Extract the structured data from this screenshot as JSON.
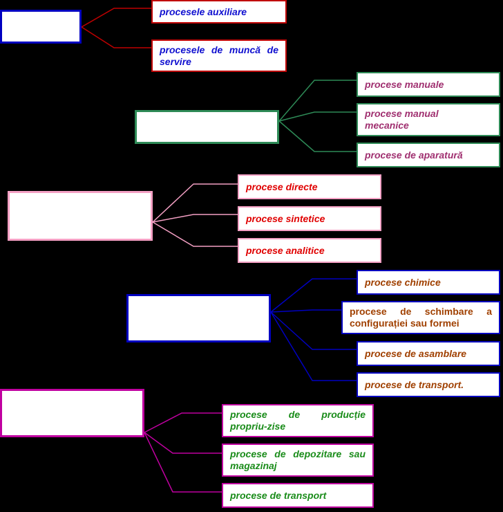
{
  "colors": {
    "background": "#000000",
    "group1": "#0000c0",
    "group2": "#2e8b57",
    "group3": "#f4a0c4",
    "group4": "#0000c0",
    "group5": "#c000a0",
    "connector1": "#c00000",
    "connector2": "#2e8b57",
    "connector3": "#f4a0c4",
    "connector4": "#0000c0",
    "connector5": "#c000a0",
    "text1": "#1010d0",
    "text2": "#a03070",
    "text3": "#e00000",
    "text4": "#a04000",
    "text5": "#1a8c1a"
  },
  "groups": [
    {
      "label": "",
      "items": [
        {
          "text": "procesele auxiliare"
        },
        {
          "text": "procesele de muncă de servire"
        }
      ]
    },
    {
      "label": "",
      "items": [
        {
          "text": "procese manuale"
        },
        {
          "text": "procese manual mecanice"
        },
        {
          "text": "procese de aparatură"
        }
      ]
    },
    {
      "label": "",
      "items": [
        {
          "text": "procese directe"
        },
        {
          "text": "procese sintetice"
        },
        {
          "text": "procese analitice"
        }
      ]
    },
    {
      "label": "",
      "items": [
        {
          "text": "procese chimice"
        },
        {
          "text": "procese de schimbare a configurației sau formei"
        },
        {
          "text": "procese de asamblare"
        },
        {
          "text": "procese de transport."
        }
      ]
    },
    {
      "label": "",
      "items": [
        {
          "text": "procese de producție propriu-zise"
        },
        {
          "text": "procese de depozitare sau magazinaj"
        },
        {
          "text": "procese de transport"
        }
      ]
    }
  ]
}
